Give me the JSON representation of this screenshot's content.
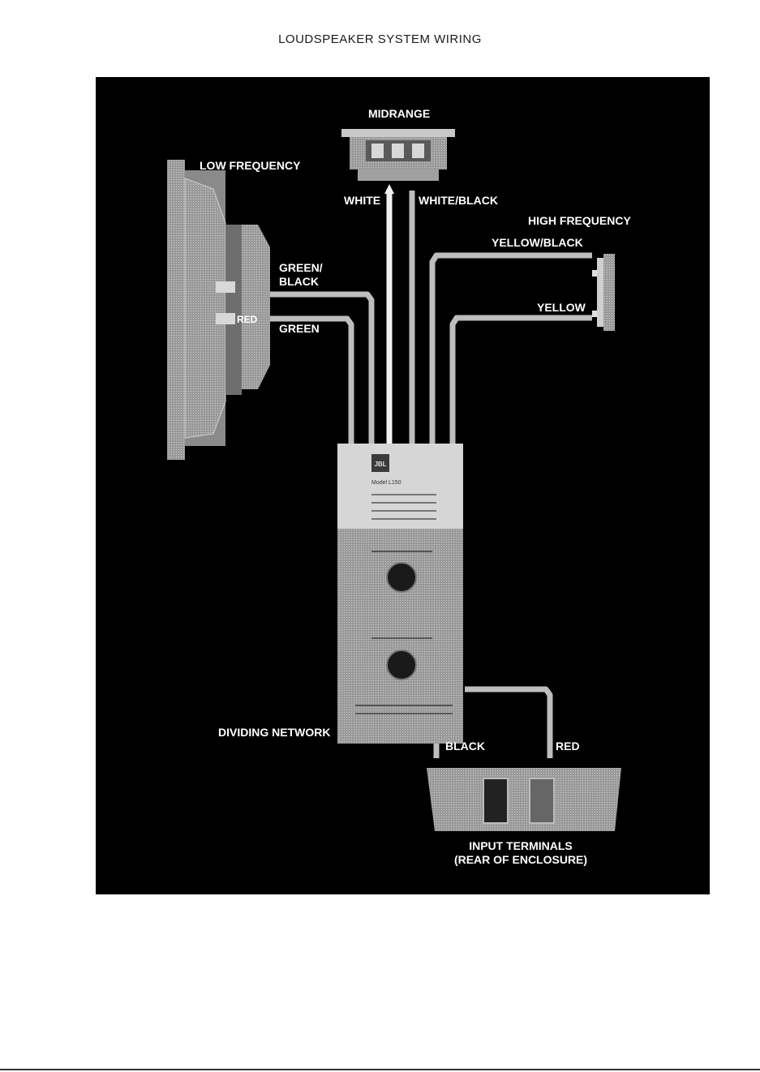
{
  "page": {
    "title": "LOUDSPEAKER SYSTEM WIRING"
  },
  "labels": {
    "midrange": "MIDRANGE",
    "low_frequency": "LOW FREQUENCY",
    "white": "WHITE",
    "white_black": "WHITE/BLACK",
    "high_frequency": "HIGH FREQUENCY",
    "yellow_black": "YELLOW/BLACK",
    "green_black_1": "GREEN/",
    "green_black_2": "BLACK",
    "red_lf": "RED",
    "green": "GREEN",
    "yellow": "YELLOW",
    "dividing_network": "DIVIDING NETWORK",
    "black": "BLACK",
    "red_input": "RED",
    "input_terminals_1": "INPUT TERMINALS",
    "input_terminals_2": "(REAR OF ENCLOSURE)"
  },
  "network_panel": {
    "brand": "JBL",
    "model": "Model L150"
  },
  "colors": {
    "background": "#000000",
    "wire": "#bdbdbd",
    "component": "#a8a8a8",
    "text": "#ffffff"
  }
}
